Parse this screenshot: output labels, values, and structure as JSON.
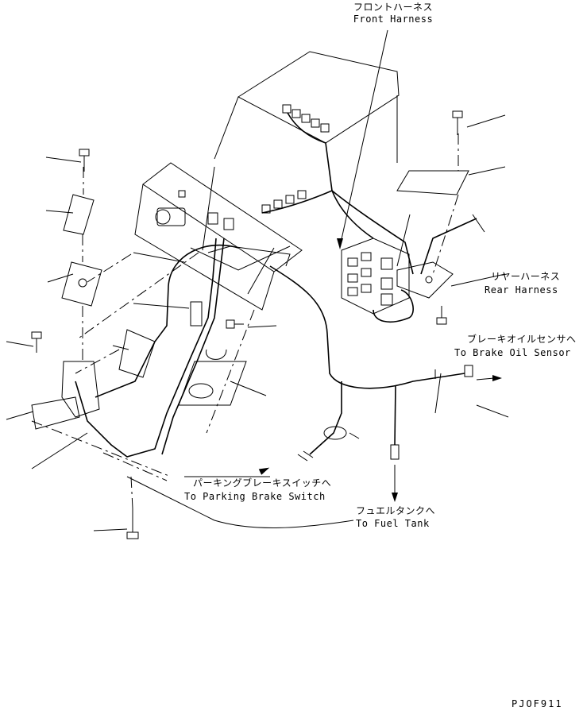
{
  "callouts": {
    "front_harness_jp": "フロントハーネス",
    "front_harness_en": "Front Harness",
    "rear_harness_jp": "リヤーハーネス",
    "rear_harness_en": "Rear Harness",
    "brake_oil_sensor_jp": "ブレーキオイルセンサへ",
    "brake_oil_sensor_en": "To Brake Oil Sensor",
    "parking_brake_switch_jp": "パーキングブレーキスイッチへ",
    "parking_brake_switch_en": "To Parking Brake Switch",
    "fuel_tank_jp": "フュエルタンクへ",
    "fuel_tank_en": "To Fuel Tank"
  },
  "drawing_code": "PJOF911"
}
